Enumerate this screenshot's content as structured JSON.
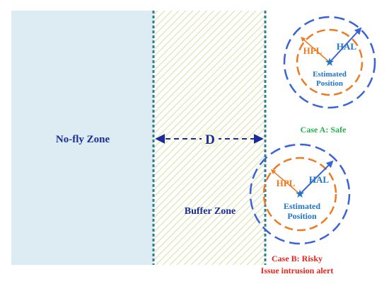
{
  "colors": {
    "no_fly_fill": "#dcecf2",
    "buffer_hatch": "#c9d98a",
    "boundary": "#2f7f8f",
    "hal_circle": "#3a63d8",
    "hpl_circle": "#ee7a22",
    "label_navy": "#1b2b9a",
    "safe_green": "#22b14c",
    "risky_red": "#e8231a",
    "position_blue": "#1f73c8"
  },
  "zones": {
    "no_fly_label": "No-fly Zone",
    "buffer_label": "Buffer Zone",
    "distance_label": "D"
  },
  "case_a": {
    "hpl_label": "HPL",
    "hal_label": "HAL",
    "position_line1": "Estimated",
    "position_line2": "Position",
    "caption": "Case A: Safe"
  },
  "case_b": {
    "hpl_label": "HPL",
    "hal_label": "HAL",
    "position_line1": "Estimated",
    "position_line2": "Position",
    "caption_line1": "Case B: Risky",
    "caption_line2": "Issue intrusion alert"
  }
}
